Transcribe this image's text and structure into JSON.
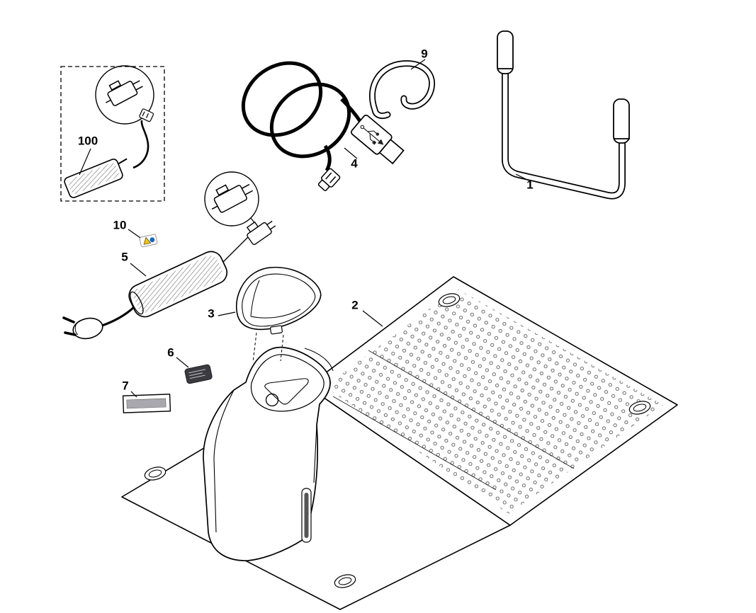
{
  "parts": {
    "p1": "1",
    "p2": "2",
    "p3": "3",
    "p4": "4",
    "p5": "5",
    "p6": "6",
    "p7": "7",
    "p9": "9",
    "p10": "10",
    "p100": "100"
  },
  "colors": {
    "line": "#000000",
    "warning_yellow": "#f7c600",
    "warning_blue": "#1766b8",
    "label_plate_dark": "#3a3a40",
    "strip_gray": "#a8a8ae"
  }
}
